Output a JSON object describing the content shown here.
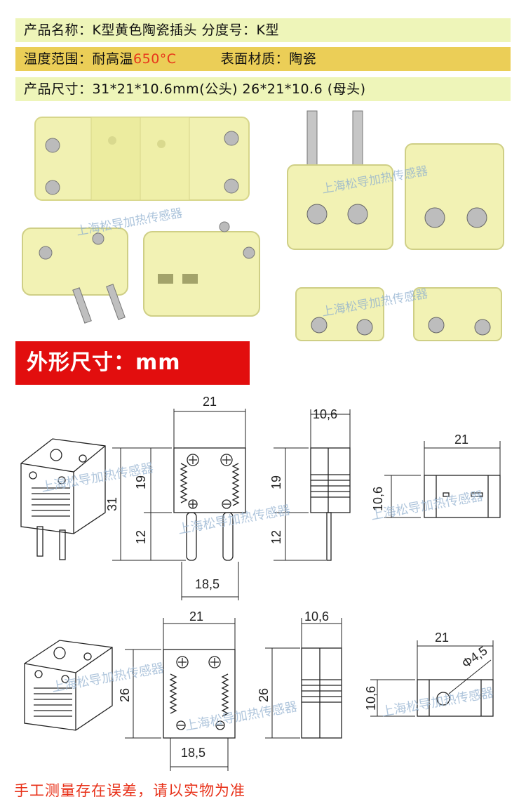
{
  "spec": {
    "name_label": "产品名称：",
    "name_value": "K型黄色陶瓷插头",
    "index_label": "分度号：",
    "index_value": "K型",
    "temp_label": "温度范围：",
    "temp_prefix": "耐高温",
    "temp_value": "650°C",
    "material_label": "表面材质：",
    "material_value": "陶瓷",
    "size_label": "产品尺寸：",
    "size_value": "31*21*10.6mm(公头)  26*21*10.6 (母头)"
  },
  "watermark": "上海松导加热传感器",
  "banner": {
    "title": "外形尺寸：mm"
  },
  "dims": {
    "male_width": "21",
    "male_depth": "10,6",
    "male_total": "31",
    "male_body": "19",
    "male_pin": "12",
    "male_pin_span": "18,5",
    "male_top_width": "21",
    "male_top_thick": "10,6",
    "female_width": "21",
    "female_depth": "10,6",
    "female_height": "26",
    "female_side_height": "26",
    "female_bottom": "18,5",
    "female_top_width": "21",
    "female_top_thick": "10,6",
    "hole": "Φ4,5"
  },
  "note": "手工测量存在误差，请以实物为准",
  "colors": {
    "ceramic": "#f3f3b4",
    "banner": "#e20e0e",
    "accent": "#e8371b",
    "bar_light": "#eef5b9",
    "bar_gold": "#ebce57"
  }
}
